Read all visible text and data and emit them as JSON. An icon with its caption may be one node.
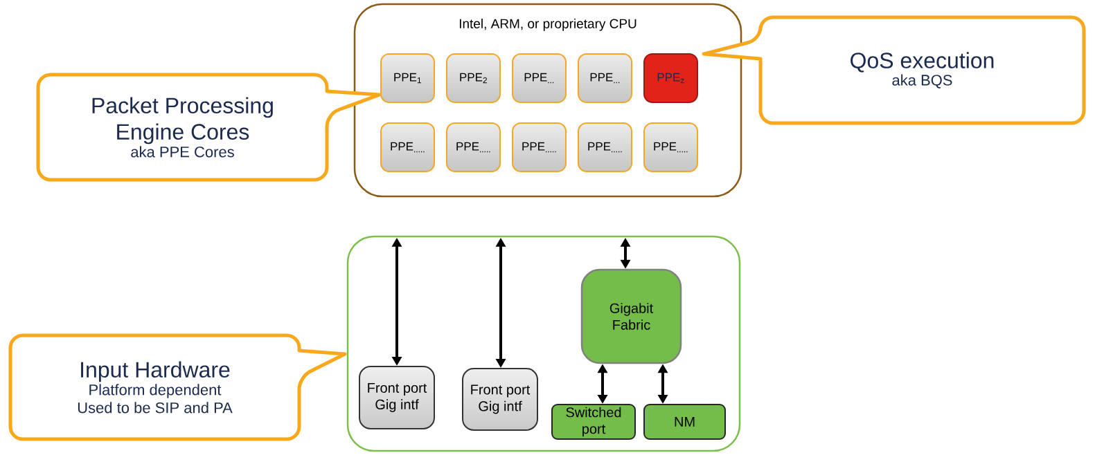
{
  "diagram": {
    "nodes": [
      {
        "text": [
          "Intel, ARM, or proprietary CPU"
        ]
      },
      {
        "text": [
          "PPE$_{1}$"
        ],
        "in": 0
      },
      {
        "text": [
          "PPE$_{2}$"
        ],
        "in": 0
      },
      {
        "text": [
          "PPE$_{...}$"
        ],
        "in": 0
      },
      {
        "text": [
          "PPE$_{...}$"
        ],
        "in": 0
      },
      {
        "text": [
          "PPE$_{z}$"
        ],
        "in": 0
      },
      {
        "text": [
          "PPE$_{.....}$"
        ],
        "in": 0
      },
      {
        "text": [
          "PPE$_{.....}$"
        ],
        "in": 0
      },
      {
        "text": [
          "PPE$_{.....}$"
        ],
        "in": 0
      },
      {
        "text": [
          "PPE$_{.....}$"
        ],
        "in": 0
      },
      {
        "text": [
          "PPE$_{.....}$"
        ],
        "in": 0
      },
      {
        "text": [
          "Packet Processing Engine Cores",
          "aka PPE Cores"
        ]
      },
      {
        "text": [
          "QoS execution",
          "aka BQS"
        ]
      },
      {
        "text": [],
        "shape": "box"
      },
      {
        "text": [
          "Front port Gig intf"
        ],
        "in": 13
      },
      {
        "text": [
          "Front port Gig intf"
        ],
        "in": 13
      },
      {
        "text": [
          "Gigabit Fabric"
        ],
        "in": 13
      },
      {
        "text": [
          "Switched port"
        ],
        "in": 13
      },
      {
        "text": [
          "NM"
        ],
        "in": 13
      },
      {
        "text": [
          "Input Hardware",
          "Platform dependent Used to be SIP and PA"
        ]
      }
    ],
    "edges": [
      {
        "from": 14,
        "to": 13,
        "arrow": "both"
      },
      {
        "from": 15,
        "to": 13,
        "arrow": "both"
      },
      {
        "from": 16,
        "to": 13,
        "arrow": "both"
      },
      {
        "from": 16,
        "to": 17,
        "arrow": "both"
      },
      {
        "from": 16,
        "to": 18,
        "arrow": "both"
      }
    ]
  }
}
